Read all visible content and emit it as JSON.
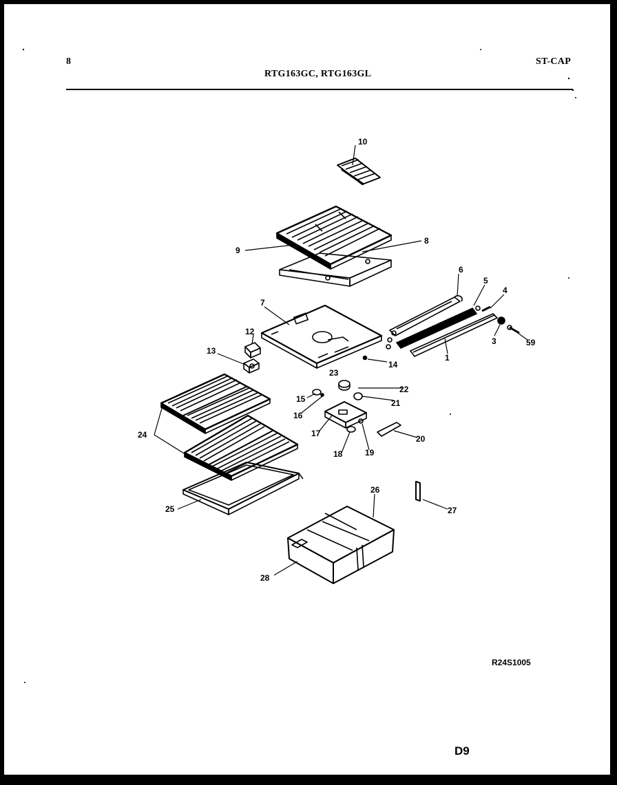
{
  "header": {
    "page_number": "8",
    "models": "RTG163GC, RTG163GL",
    "section": "ST-CAP"
  },
  "footer": {
    "drawing_code": "R24S1005",
    "diagram_code": "D9"
  },
  "callouts": [
    "10",
    "9",
    "8",
    "6",
    "5",
    "4",
    "7",
    "3",
    "59",
    "12",
    "1",
    "13",
    "14",
    "23",
    "22",
    "15",
    "21",
    "16",
    "17",
    "20",
    "24",
    "18",
    "19",
    "25",
    "26",
    "27",
    "28"
  ]
}
